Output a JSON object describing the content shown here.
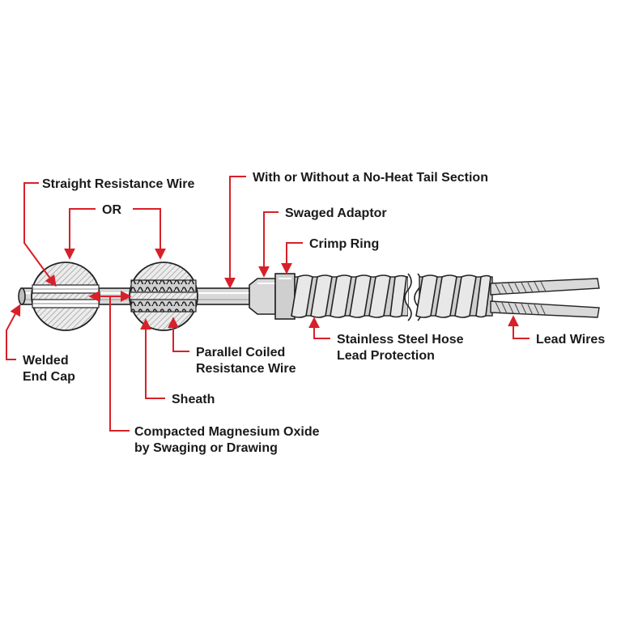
{
  "labels": {
    "straight_resistance_wire": "Straight Resistance Wire",
    "or": "OR",
    "no_heat_tail": "With or Without a No-Heat Tail Section",
    "swaged_adaptor": "Swaged Adaptor",
    "crimp_ring": "Crimp Ring",
    "stainless_hose_line1": "Stainless Steel Hose",
    "stainless_hose_line2": "Lead Protection",
    "lead_wires": "Lead Wires",
    "welded_line1": "Welded",
    "welded_line2": "End Cap",
    "parallel_line1": "Parallel Coiled",
    "parallel_line2": "Resistance Wire",
    "sheath": "Sheath",
    "mgo_line1": "Compacted Magnesium Oxide",
    "mgo_line2": "by Swaging or Drawing"
  },
  "colors": {
    "arrow": "#d8202a",
    "sheath_fill": "#d9d9d9",
    "outline": "#222222",
    "text": "#1a1a1a"
  }
}
